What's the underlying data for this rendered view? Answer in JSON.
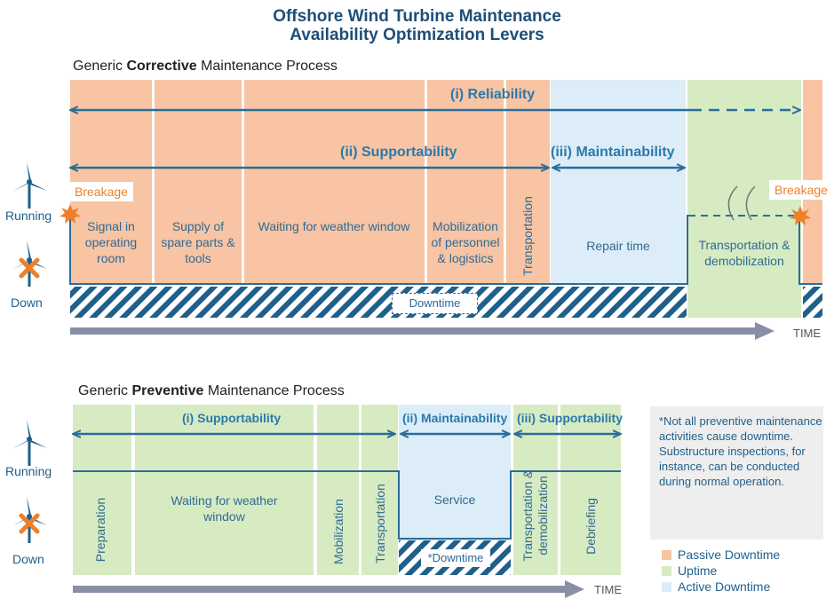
{
  "title_line1": "Offshore Wind Turbine Maintenance",
  "title_line2": "Availability Optimization Levers",
  "corrective": {
    "title_prefix": "Generic ",
    "title_bold": "Corrective",
    "title_suffix": " Maintenance Process",
    "levers": {
      "reliability": "(i) Reliability",
      "supportability": "(ii) Supportability",
      "maintainability": "(iii) Maintainability"
    },
    "breakage_left": "Breakage",
    "breakage_right": "Breakage",
    "steps": {
      "signal": "Signal in operating room",
      "supply": "Supply of spare parts & tools",
      "waiting": "Waiting for weather window",
      "mobilization": "Mobilization of personnel & logistics",
      "transportation": "Transportation",
      "repair": "Repair time",
      "demob": "Transportation & demobilization"
    },
    "downtime": "Downtime",
    "time": "TIME"
  },
  "preventive": {
    "title_prefix": "Generic ",
    "title_bold": "Preventive",
    "title_suffix": " Maintenance Process",
    "levers": {
      "supportability1": "(i) Supportability",
      "maintainability": "(ii) Maintainability",
      "supportability3": "(iii) Supportability"
    },
    "steps": {
      "preparation": "Preparation",
      "waiting": "Waiting for weather window",
      "mobilization": "Mobilization",
      "transportation": "Transportation",
      "service": "Service",
      "demob": "Transportation & demobilization",
      "debriefing": "Debriefing"
    },
    "downtime": "*Downtime",
    "time": "TIME"
  },
  "states": {
    "running": "Running",
    "down": "Down"
  },
  "note": "*Not all preventive maintenance activities cause downtime. Substructure inspections, for instance, can be conducted during normal operation.",
  "legend": {
    "passive": "Passive Downtime",
    "uptime": "Uptime",
    "active": "Active Downtime"
  },
  "colors": {
    "passive": "#f8c4a3",
    "uptime": "#d7ebc2",
    "active": "#dcedf8",
    "line": "#2a6d9c",
    "accent": "#f07f2a"
  },
  "icons": [
    "wind-turbine-icon",
    "breakage-burst-icon",
    "down-cross-icon"
  ]
}
